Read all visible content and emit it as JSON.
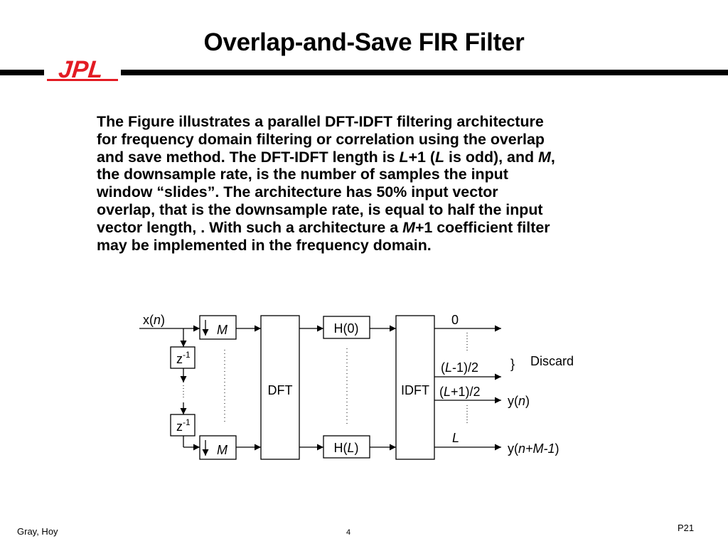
{
  "slide": {
    "title": "Overlap-and-Save FIR Filter",
    "logo_text": "JPL",
    "body_lines": [
      [
        "The Figure illustrates a parallel DFT-IDFT filtering architecture"
      ],
      [
        "for frequency domain filtering or correlation using the overlap"
      ],
      [
        "and save method. The DFT-IDFT length is ",
        {
          "i": "L"
        },
        "+1 (",
        {
          "i": "L"
        },
        " is odd), and ",
        {
          "i": "M"
        },
        ","
      ],
      [
        "the downsample rate, is the number of samples the input"
      ],
      [
        "window “slides”. The architecture has 50% input vector"
      ],
      [
        "overlap, that is the downsample rate, is equal to half the input"
      ],
      [
        "vector length, . With such a architecture a ",
        {
          "i": "M"
        },
        "+1 coefficient filter"
      ],
      [
        "may be implemented in the frequency domain."
      ]
    ],
    "footer": {
      "left": "Gray, Hoy",
      "center": "4",
      "right": "P21"
    }
  },
  "diagram": {
    "input_label": {
      "pre": "x(",
      "it": "n",
      "post": ")"
    },
    "delay_base": "z",
    "delay_exp": "-1",
    "downsample_label": "M",
    "dft_label": "DFT",
    "idft_label": "IDFT",
    "filter_top": {
      "pre": "H(",
      "it": "",
      "post": "0)"
    },
    "filter_bottom": {
      "pre": "H(",
      "it": "L",
      "post": ")"
    },
    "out_index_0": "0",
    "out_index_mid_lo": {
      "it": "L",
      "post": "-1)/2",
      "pre": "("
    },
    "out_index_mid_hi": {
      "it": "L",
      "post": "+1)/2",
      "pre": "("
    },
    "out_index_last": "L",
    "discard_brace": "}",
    "discard_label": "Discard",
    "output_mid": {
      "pre": "y(",
      "it": "n",
      "post": ")"
    },
    "output_last": {
      "pre": "y(",
      "it": "n+M-1",
      "post": ")"
    }
  },
  "colors": {
    "logo_red": "#e31b23",
    "text": "#000000",
    "background": "#ffffff"
  }
}
